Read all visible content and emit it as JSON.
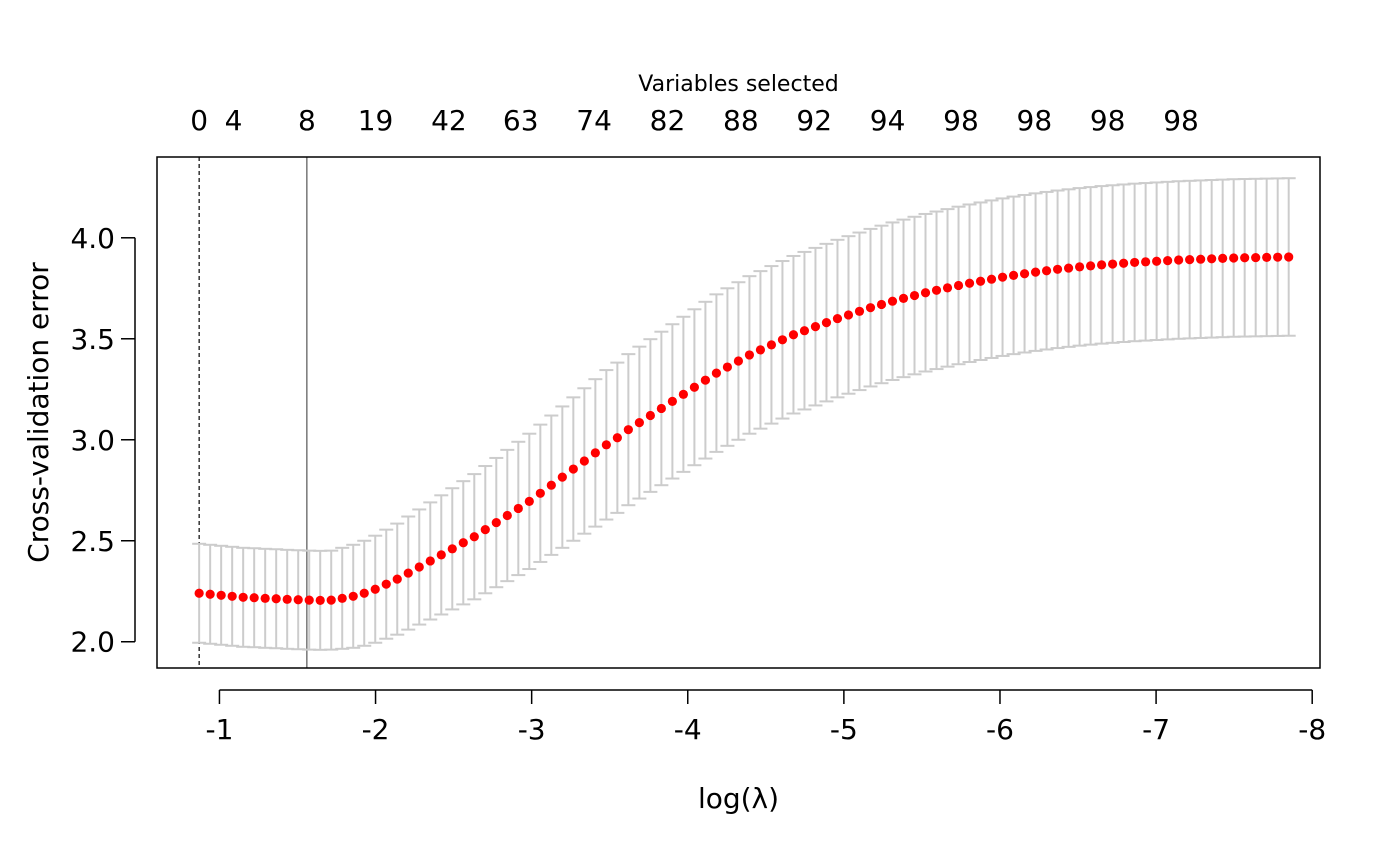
{
  "chart_data": {
    "type": "scatter",
    "title": "",
    "xlabel": "log(λ)",
    "ylabel": "Cross-validation error",
    "top_axis_title": "Variables selected",
    "xlim": [
      -0.6,
      -8.05
    ],
    "ylim": [
      1.87,
      4.4
    ],
    "x_ticks": [
      -1,
      -2,
      -3,
      -4,
      -5,
      -6,
      -7,
      -8
    ],
    "y_ticks": [
      2.0,
      2.5,
      3.0,
      3.5,
      4.0
    ],
    "y_tick_labels": [
      "2.0",
      "2.5",
      "3.0",
      "3.5",
      "4.0"
    ],
    "top_ticks": [
      {
        "x": -0.87,
        "label": "0"
      },
      {
        "x": -1.09,
        "label": "4"
      },
      {
        "x": -1.56,
        "label": "8"
      },
      {
        "x": -2.0,
        "label": "19"
      },
      {
        "x": -2.47,
        "label": "42"
      },
      {
        "x": -2.93,
        "label": "63"
      },
      {
        "x": -3.4,
        "label": "74"
      },
      {
        "x": -3.87,
        "label": "82"
      },
      {
        "x": -4.34,
        "label": "88"
      },
      {
        "x": -4.81,
        "label": "92"
      },
      {
        "x": -5.28,
        "label": "94"
      },
      {
        "x": -5.75,
        "label": "98"
      },
      {
        "x": -6.22,
        "label": "98"
      },
      {
        "x": -6.69,
        "label": "98"
      },
      {
        "x": -7.16,
        "label": "98"
      }
    ],
    "ref_lines": [
      {
        "x": -0.87,
        "style": "dashed"
      },
      {
        "x": -1.56,
        "style": "solid"
      }
    ],
    "series": [
      {
        "color": "#ff0000",
        "error_bar_color": "#cccccc",
        "x_start": -0.87,
        "x_step": -0.0705,
        "values": [
          2.24,
          2.235,
          2.23,
          2.225,
          2.22,
          2.218,
          2.215,
          2.213,
          2.21,
          2.208,
          2.206,
          2.205,
          2.206,
          2.215,
          2.225,
          2.24,
          2.26,
          2.285,
          2.31,
          2.34,
          2.37,
          2.4,
          2.43,
          2.46,
          2.49,
          2.52,
          2.555,
          2.59,
          2.625,
          2.66,
          2.695,
          2.735,
          2.775,
          2.815,
          2.855,
          2.895,
          2.935,
          2.975,
          3.01,
          3.05,
          3.085,
          3.12,
          3.155,
          3.19,
          3.225,
          3.26,
          3.295,
          3.33,
          3.36,
          3.39,
          3.42,
          3.445,
          3.47,
          3.495,
          3.52,
          3.54,
          3.56,
          3.58,
          3.6,
          3.618,
          3.636,
          3.654,
          3.67,
          3.686,
          3.7,
          3.714,
          3.728,
          3.74,
          3.752,
          3.764,
          3.775,
          3.785,
          3.795,
          3.805,
          3.814,
          3.822,
          3.83,
          3.837,
          3.844,
          3.85,
          3.856,
          3.861,
          3.866,
          3.87,
          3.874,
          3.878,
          3.881,
          3.884,
          3.887,
          3.89,
          3.892,
          3.894,
          3.896,
          3.898,
          3.9,
          3.901,
          3.902,
          3.903,
          3.904,
          3.905
        ],
        "errors": [
          0.245,
          0.245,
          0.245,
          0.245,
          0.245,
          0.245,
          0.245,
          0.245,
          0.245,
          0.245,
          0.245,
          0.245,
          0.245,
          0.25,
          0.255,
          0.26,
          0.265,
          0.27,
          0.275,
          0.28,
          0.285,
          0.29,
          0.295,
          0.3,
          0.305,
          0.31,
          0.315,
          0.32,
          0.325,
          0.33,
          0.335,
          0.34,
          0.345,
          0.35,
          0.355,
          0.36,
          0.365,
          0.37,
          0.372,
          0.374,
          0.376,
          0.378,
          0.38,
          0.382,
          0.384,
          0.386,
          0.388,
          0.39,
          0.39,
          0.39,
          0.39,
          0.39,
          0.39,
          0.39,
          0.39,
          0.39,
          0.39,
          0.39,
          0.39,
          0.39,
          0.39,
          0.39,
          0.39,
          0.39,
          0.39,
          0.39,
          0.39,
          0.39,
          0.39,
          0.39,
          0.39,
          0.39,
          0.39,
          0.39,
          0.39,
          0.39,
          0.39,
          0.39,
          0.39,
          0.39,
          0.39,
          0.39,
          0.39,
          0.39,
          0.39,
          0.39,
          0.39,
          0.39,
          0.39,
          0.39,
          0.39,
          0.39,
          0.39,
          0.39,
          0.39,
          0.39,
          0.39,
          0.39,
          0.39,
          0.39
        ]
      }
    ]
  }
}
